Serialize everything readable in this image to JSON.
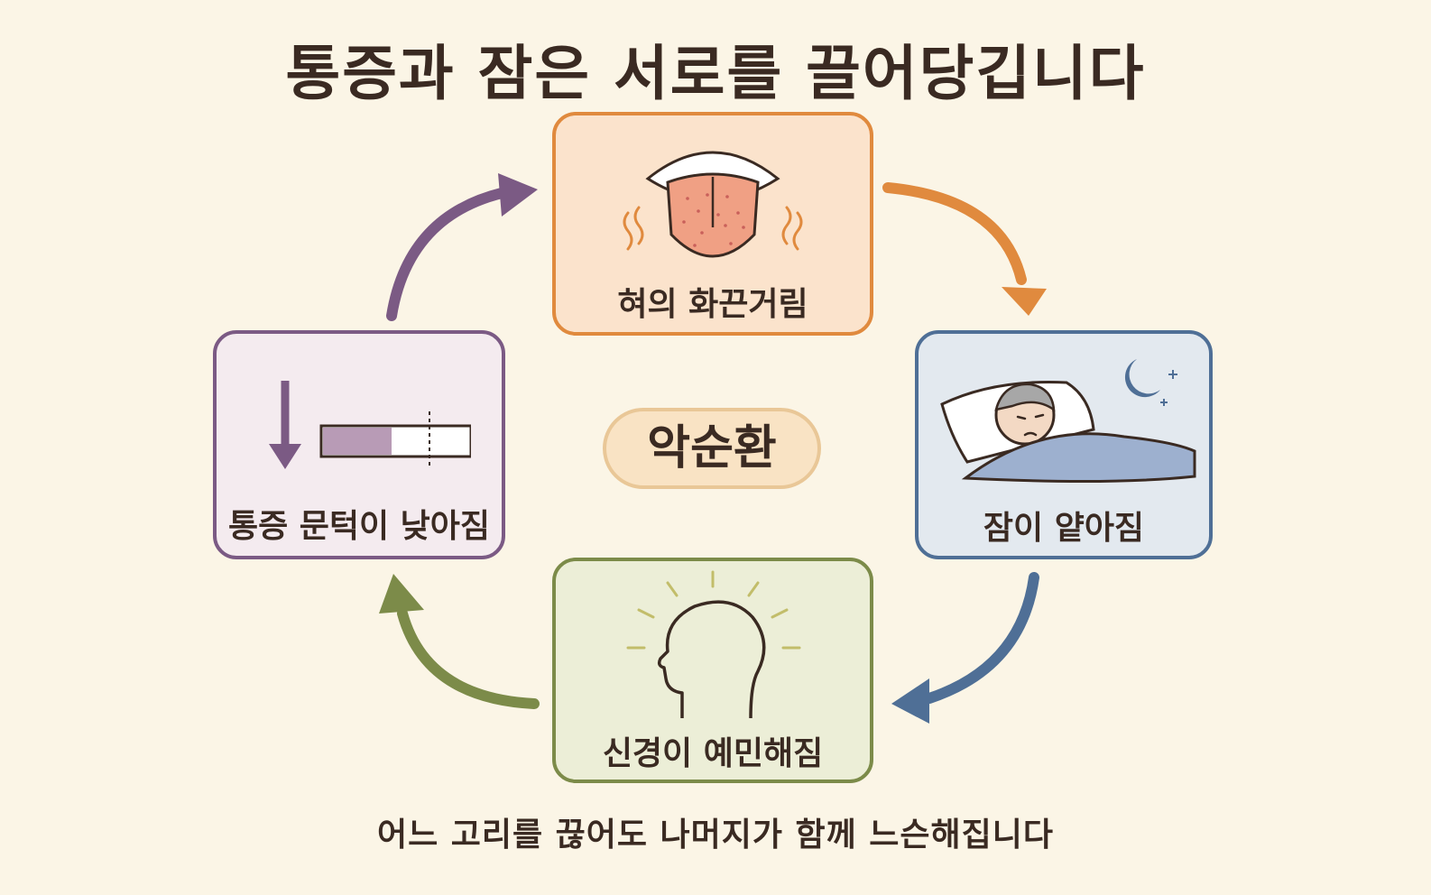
{
  "title": "통증과 잠은 서로를 끌어당깁니다",
  "center_label": "악순환",
  "footer": "어느 고리를 끊어도 나머지가 함께 느슨해집니다",
  "nodes": {
    "tongue": {
      "label": "혀의 화끈거림",
      "icon": "burning-tongue-icon",
      "color": "#e08a3e"
    },
    "sleep": {
      "label": "잠이 얕아짐",
      "icon": "sleeping-person-icon",
      "color": "#4f6f96"
    },
    "nerve": {
      "label": "신경이 예민해짐",
      "icon": "sensitive-head-icon",
      "color": "#7c8b49"
    },
    "pain": {
      "label": "통증 문턱이 낮아짐",
      "icon": "lowered-threshold-icon",
      "color": "#7b5a84"
    }
  }
}
